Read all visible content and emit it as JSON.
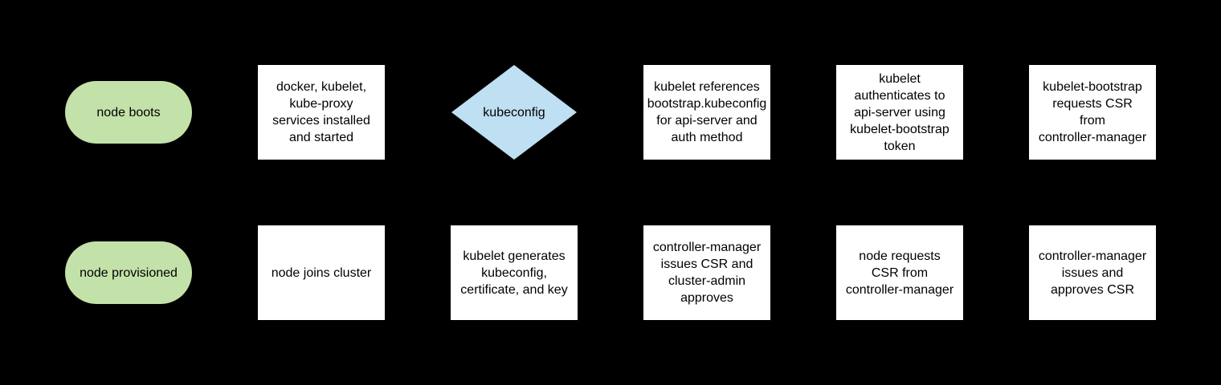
{
  "colors": {
    "background": "#000000",
    "process_fill": "#ffffff",
    "terminator_fill": "#c3e2a9",
    "decision_fill": "#bfdff2",
    "text": "#000000"
  },
  "rows": [
    {
      "nodes": [
        {
          "type": "terminator",
          "label": "node boots"
        },
        {
          "type": "process",
          "label": "docker, kubelet,\nkube-proxy\nservices installed\nand started"
        },
        {
          "type": "decision",
          "label": "kubeconfig"
        },
        {
          "type": "process",
          "label": "kubelet references\nbootstrap.kubeconfig\nfor api-server and\nauth method"
        },
        {
          "type": "process",
          "label": "kubelet\nauthenticates to\napi-server using\nkubelet-bootstrap\ntoken"
        },
        {
          "type": "process",
          "label": "kubelet-bootstrap\nrequests CSR\nfrom\ncontroller-manager"
        }
      ]
    },
    {
      "nodes": [
        {
          "type": "terminator",
          "label": "node provisioned"
        },
        {
          "type": "process",
          "label": "node joins cluster"
        },
        {
          "type": "process",
          "label": "kubelet generates\nkubeconfig,\ncertificate, and key"
        },
        {
          "type": "process",
          "label": "controller-manager\nissues CSR and\ncluster-admin\napproves"
        },
        {
          "type": "process",
          "label": "node requests\nCSR from\ncontroller-manager"
        },
        {
          "type": "process",
          "label": "controller-manager\nissues and\napproves CSR"
        }
      ]
    }
  ]
}
